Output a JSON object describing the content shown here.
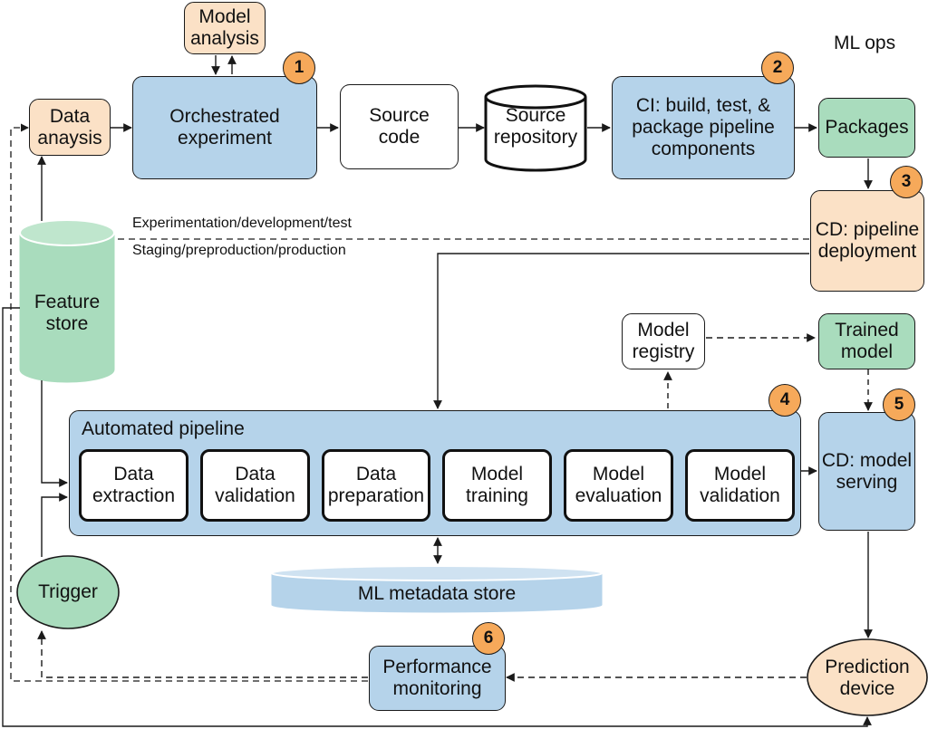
{
  "title": "ML ops",
  "environments": {
    "upper": "Experimentation/development/test",
    "lower": "Staging/preproduction/production"
  },
  "nodes": {
    "model_analysis": "Model\nanalysis",
    "data_analysis": "Data\nanaysis",
    "orchestrated_experiment": "Orchestrated\nexperiment",
    "source_code": "Source\ncode",
    "source_repository": "Source\nrepository",
    "ci": "CI: build, test, &\npackage pipeline\ncomponents",
    "packages": "Packages",
    "cd_pipeline": "CD: pipeline\ndeployment",
    "feature_store": "Feature\nstore",
    "model_registry": "Model\nregistry",
    "trained_model": "Trained\nmodel",
    "cd_serving": "CD: model\nserving",
    "ml_metadata_store": "ML metadata store",
    "trigger": "Trigger",
    "performance_monitoring": "Performance\nmonitoring",
    "prediction_device": "Prediction\ndevice"
  },
  "automated_pipeline": {
    "title": "Automated pipeline",
    "stages": [
      "Data\nextraction",
      "Data\nvalidation",
      "Data\npreparation",
      "Model\ntraining",
      "Model\nevaluation",
      "Model\nvalidation"
    ]
  },
  "badges": [
    "1",
    "2",
    "3",
    "4",
    "5",
    "6"
  ],
  "colors": {
    "experiment_blue": "#b5d3ea",
    "analysis_peach": "#fbe1c6",
    "artifact_green": "#a9dcbd",
    "badge_orange": "#f6a95a",
    "line": "#1a1a1a"
  }
}
